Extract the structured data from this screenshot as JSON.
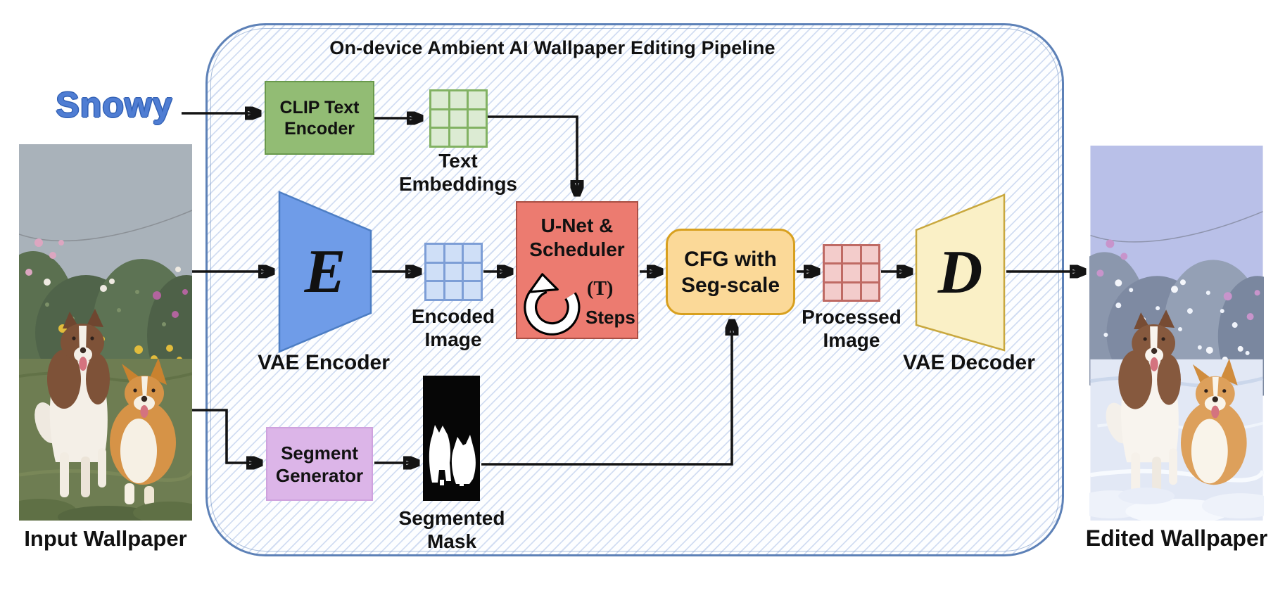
{
  "diagram_title": "On-device Ambient AI Wallpaper Editing Pipeline",
  "prompt": {
    "text": "Snowy",
    "color": "#4f7dd3"
  },
  "input_image": {
    "caption": "Input Wallpaper",
    "description": "two dogs in a flower garden"
  },
  "output_image": {
    "caption": "Edited Wallpaper",
    "description": "same two dogs in a snowy scene"
  },
  "nodes": {
    "clip_encoder": {
      "line1": "CLIP Text",
      "line2": "Encoder",
      "color": "#92bc74"
    },
    "text_embeddings": {
      "line1": "Text",
      "line2": "Embeddings",
      "cell_color": "#dcebd3",
      "grid_color": "#82b263"
    },
    "vae_encoder": {
      "symbol": "E",
      "line1": "VAE",
      "line2": "Encoder",
      "color": "#6f9ce8"
    },
    "encoded_image": {
      "line1": "Encoded",
      "line2": "Image",
      "cell_color": "#cfdff7",
      "grid_color": "#7d9ed6"
    },
    "unet_scheduler": {
      "line1": "U-Net &",
      "line2": "Scheduler",
      "steps_t": "(T)",
      "steps": "Steps",
      "color": "#ec7b70",
      "icon": "loop-arrow-icon"
    },
    "cfg": {
      "line1": "CFG with",
      "line2": "Seg-scale",
      "color": "#fbd998"
    },
    "processed_image": {
      "line1": "Processed",
      "line2": "Image",
      "cell_color": "#f3cccb",
      "grid_color": "#bf6a64"
    },
    "vae_decoder": {
      "symbol": "D",
      "line1": "VAE",
      "line2": "Decoder",
      "color": "#faf0c6"
    },
    "segment_generator": {
      "line1": "Segment",
      "line2": "Generator",
      "color": "#dcb5e8"
    },
    "segmented_mask": {
      "line1": "Segmented",
      "line2": "Mask"
    }
  },
  "colors": {
    "container_border": "#5d81b7",
    "hatch_line": "#aec4e8",
    "arrow": "#141414"
  }
}
